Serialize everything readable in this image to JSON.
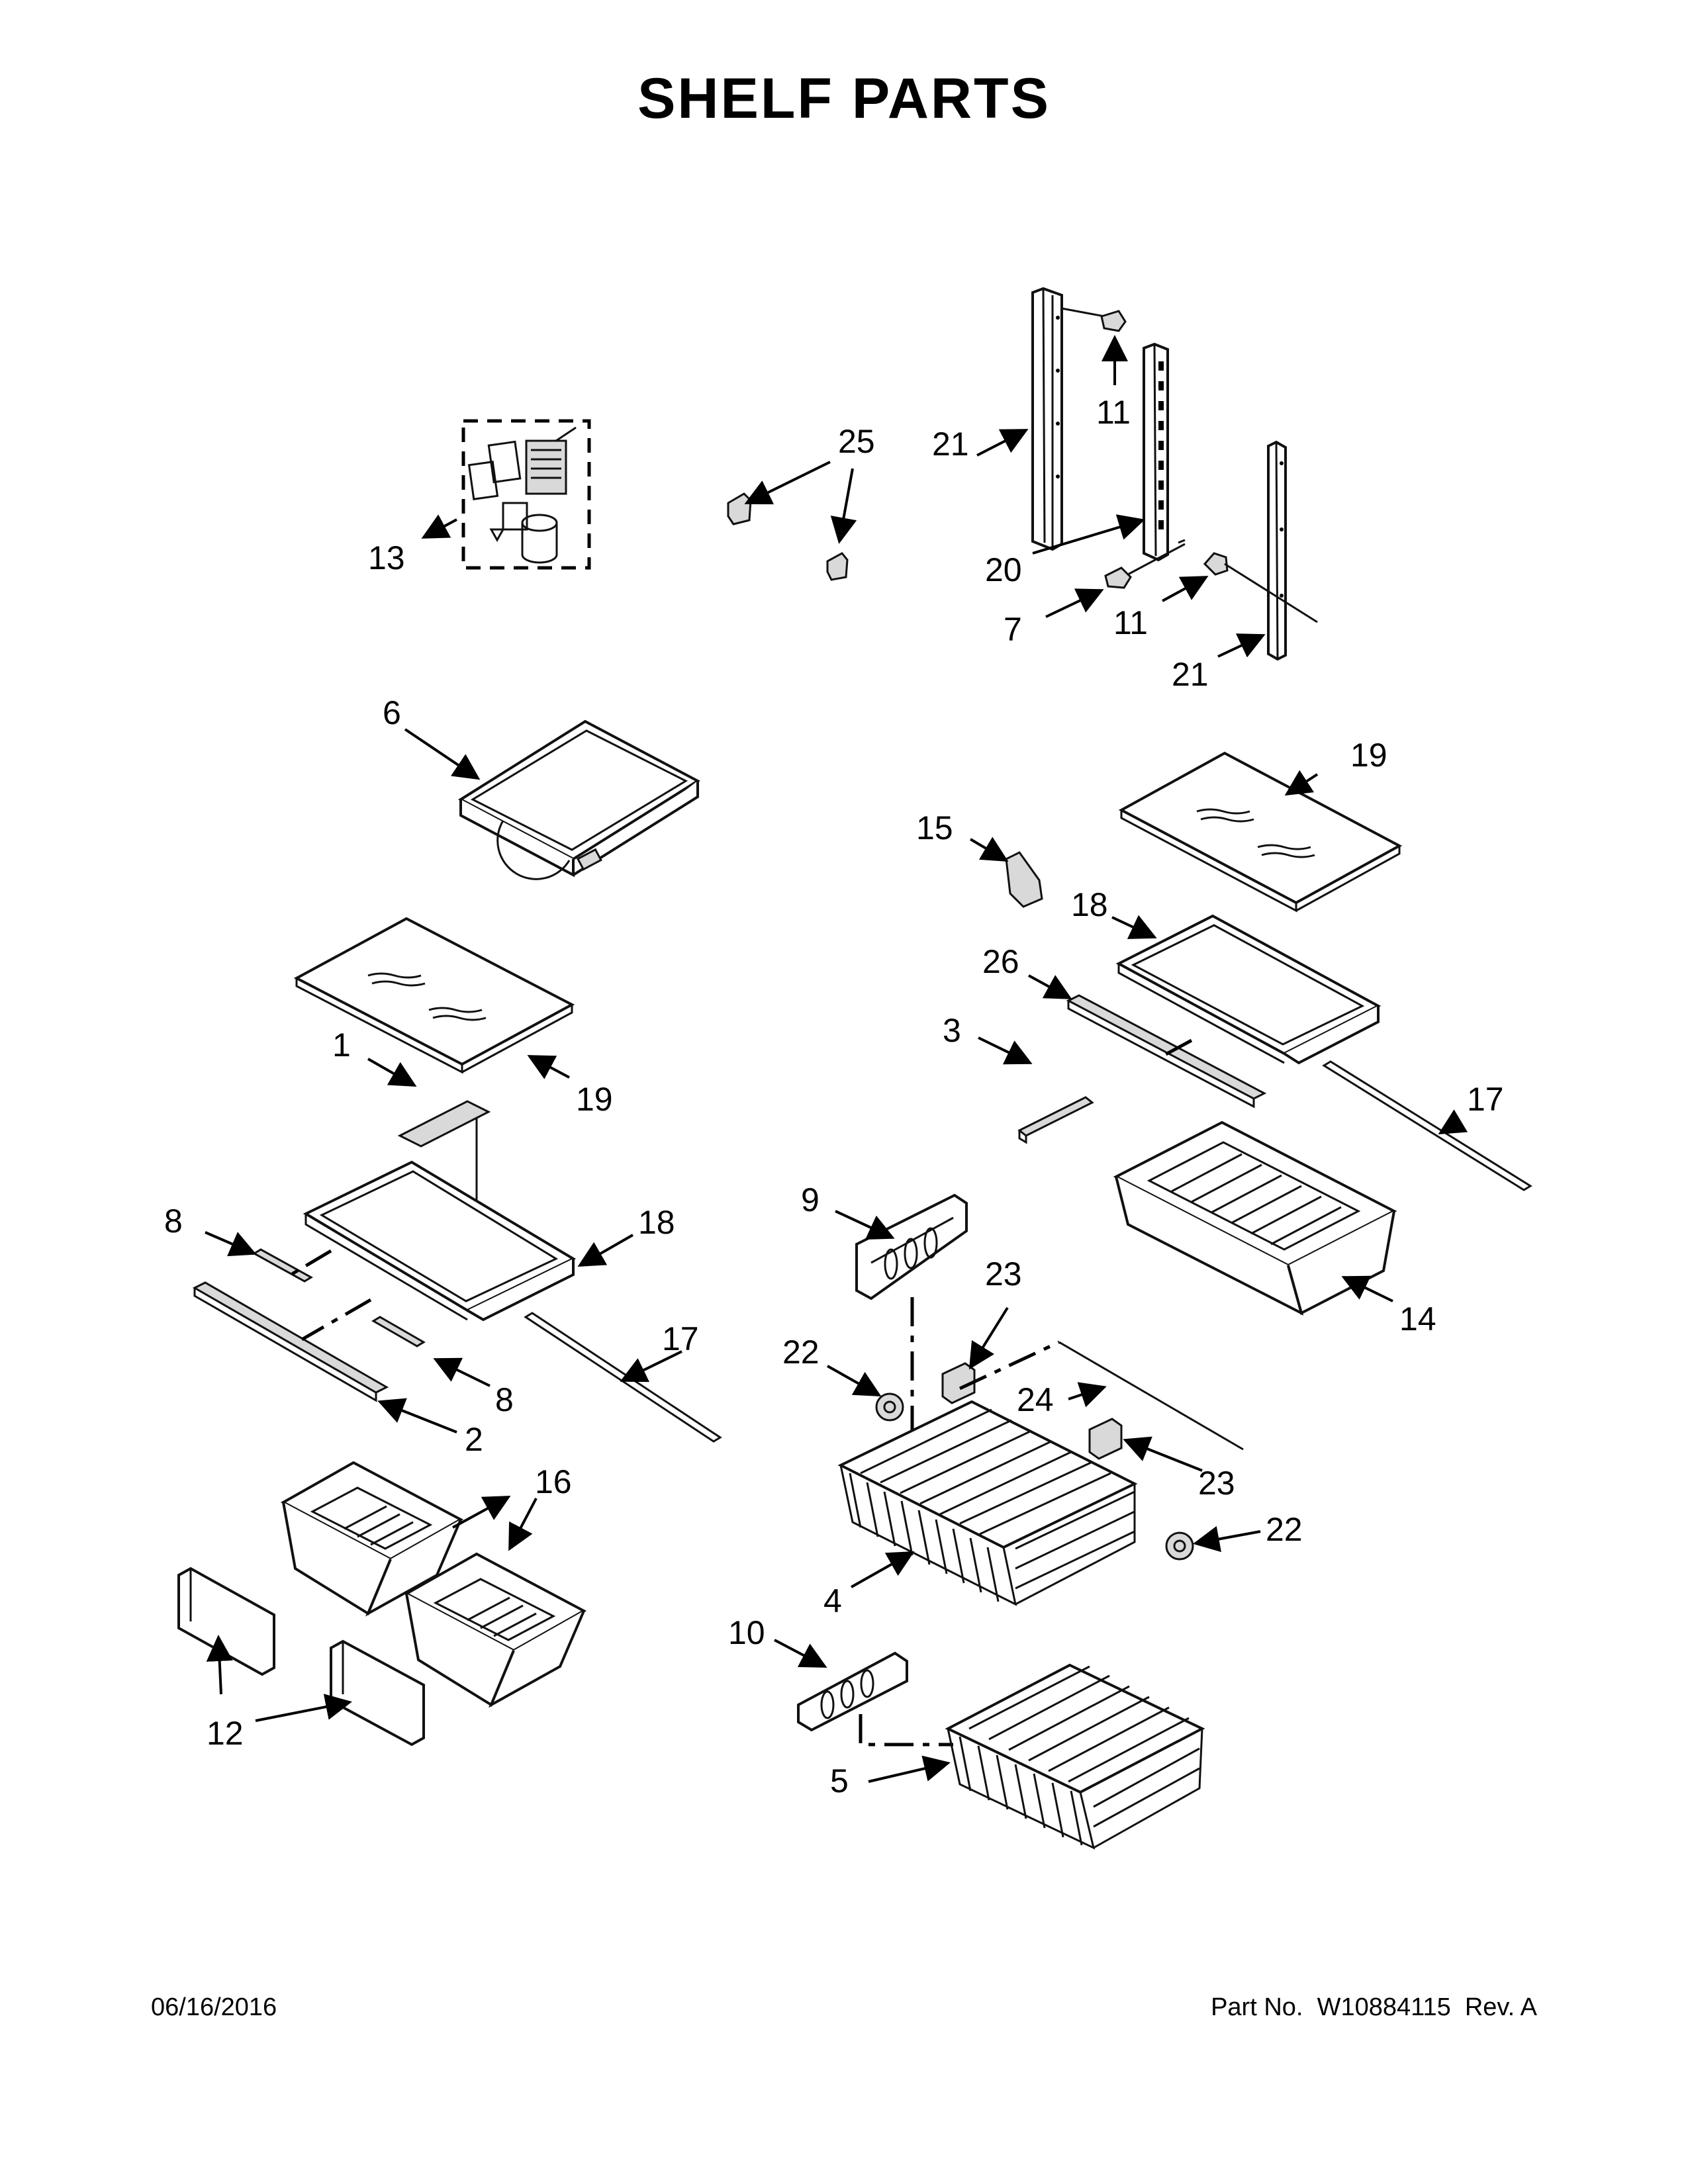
{
  "title": "SHELF PARTS",
  "footer": {
    "date": "06/16/2016",
    "part_label": "Part No.",
    "part_number": "W10884115",
    "rev_label": "Rev.",
    "rev": "A"
  },
  "callouts": {
    "c1": "1",
    "c2": "2",
    "c3": "3",
    "c4": "4",
    "c5": "5",
    "c6": "6",
    "c7": "7",
    "c8a": "8",
    "c8b": "8",
    "c9": "9",
    "c10": "10",
    "c11a": "11",
    "c11b": "11",
    "c12": "12",
    "c13": "13",
    "c14": "14",
    "c15": "15",
    "c16": "16",
    "c17a": "17",
    "c17b": "17",
    "c18a": "18",
    "c18b": "18",
    "c19a": "19",
    "c19b": "19",
    "c20": "20",
    "c21a": "21",
    "c21b": "21",
    "c22a": "22",
    "c22b": "22",
    "c23a": "23",
    "c23b": "23",
    "c24": "24",
    "c25": "25",
    "c26": "26"
  },
  "icons": {
    "arrowhead": "filled-triangle",
    "glass-mark": "wavy-lines"
  }
}
